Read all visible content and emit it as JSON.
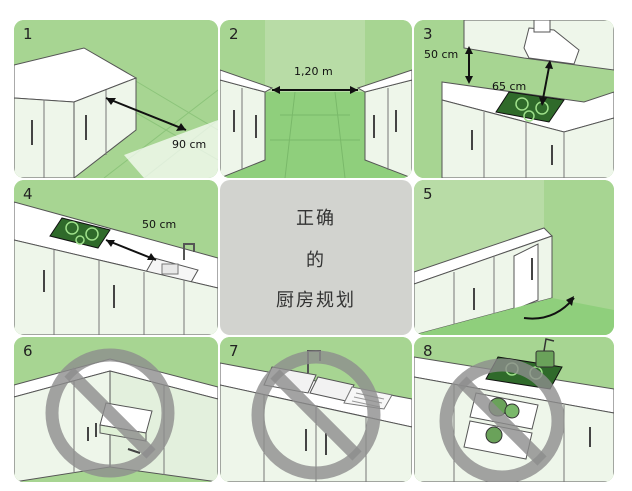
{
  "panels": [
    {
      "number": "1",
      "label": "90 cm"
    },
    {
      "number": "2",
      "label": "1,20 m"
    },
    {
      "number": "3",
      "label_a": "50 cm",
      "label_b": "65 cm"
    },
    {
      "number": "4",
      "label": "50 cm"
    },
    {
      "number": "5"
    },
    {
      "number": "6"
    },
    {
      "number": "7"
    },
    {
      "number": "8"
    }
  ],
  "center": {
    "line1": "正确",
    "line2": "的",
    "line3": "厨房规划"
  }
}
